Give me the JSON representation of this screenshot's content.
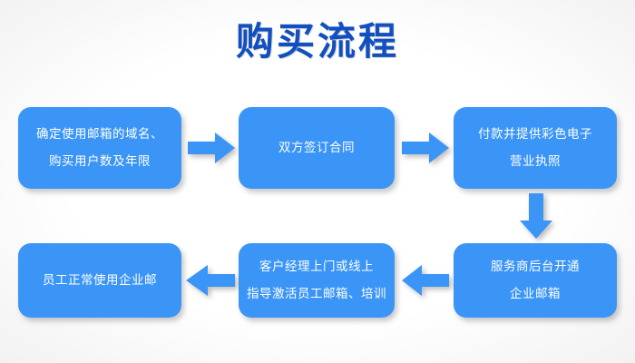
{
  "page": {
    "title": "购买流程",
    "background_color": "#fdfdfd",
    "title_color": "#1250bf",
    "node_color": "#3b95f7",
    "node_text_color": "#ffffff",
    "arrow_color": "#3b95f7"
  },
  "flow": {
    "nodes": [
      {
        "id": "step-1",
        "lines": [
          "确定使用邮箱的域名、",
          "购买用户数及年限"
        ]
      },
      {
        "id": "step-2",
        "lines": [
          "双方签订合同"
        ]
      },
      {
        "id": "step-3",
        "lines": [
          "付款并提供彩色电子",
          "营业执照"
        ]
      },
      {
        "id": "step-4",
        "lines": [
          "服务商后台开通",
          "企业邮箱"
        ]
      },
      {
        "id": "step-5",
        "lines": [
          "客户经理上门或线上",
          "指导激活员工邮箱、培训"
        ]
      },
      {
        "id": "step-6",
        "lines": [
          "员工正常使用企业邮"
        ]
      }
    ],
    "connectors": [
      {
        "id": "arrow-1",
        "direction": "right",
        "from": "step-1",
        "to": "step-2"
      },
      {
        "id": "arrow-2",
        "direction": "right",
        "from": "step-2",
        "to": "step-3"
      },
      {
        "id": "arrow-3",
        "direction": "down",
        "from": "step-3",
        "to": "step-4"
      },
      {
        "id": "arrow-4",
        "direction": "left",
        "from": "step-4",
        "to": "step-5"
      },
      {
        "id": "arrow-5",
        "direction": "left",
        "from": "step-5",
        "to": "step-6"
      }
    ]
  }
}
